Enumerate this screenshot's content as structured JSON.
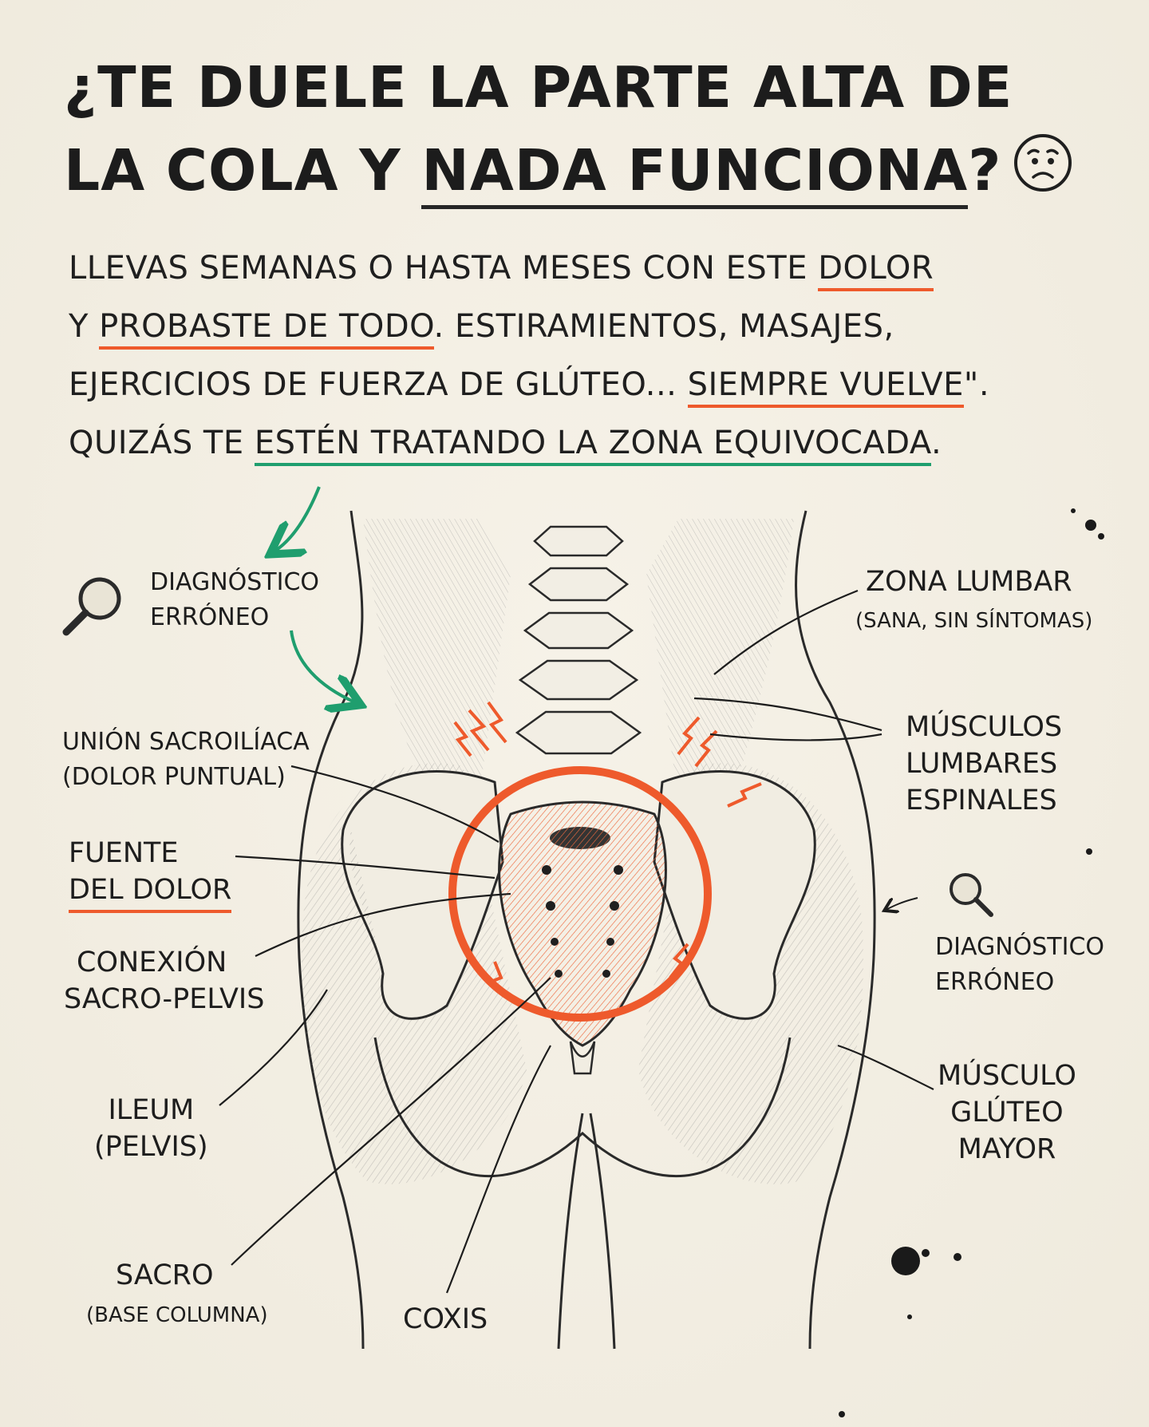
{
  "title": {
    "line1": "¿TE DUELE LA PARTE ALTA DE",
    "line2_start": "LA COLA Y ",
    "line2_underlined": "NADA FUNCIONA",
    "line2_end": "?"
  },
  "paragraph": {
    "l1_start": "LLEVAS SEMANAS O HASTA MESES CON ESTE ",
    "l1_red": "DOLOR",
    "l2_start": "Y ",
    "l2_red": "PROBASTE DE TODO",
    "l2_end": ". ESTIRAMIENTOS, MASAJES,",
    "l3_start": "EJERCICIOS DE FUERZA DE GLÚTEO... ",
    "l3_red": "SIEMPRE VUELVE",
    "l3_end": "\".",
    "l4_start": "QUIZÁS TE ",
    "l4_green": "ESTÉN TRATANDO LA ZONA EQUIVOCADA",
    "l4_end": "."
  },
  "labels": {
    "diag_left": [
      "DIAGNÓSTICO",
      "ERRÓNEO"
    ],
    "zona_lumbar": "ZONA LUMBAR",
    "zona_lumbar_sub": "(SANA, SIN SÍNTOMAS)",
    "union": "UNIÓN SACROILÍACA",
    "union_sub": "(DOLOR PUNTUAL)",
    "musculos": [
      "MÚSCULOS",
      "LUMBARES",
      "ESPINALES"
    ],
    "fuente": [
      "FUENTE",
      "DEL DOLOR"
    ],
    "diag_right": [
      "DIAGNÓSTICO",
      "ERRÓNEO"
    ],
    "conexion": [
      "CONEXIÓN",
      "SACRO-PELVIS"
    ],
    "ileum": [
      "ILEUM",
      "(PELVIS)"
    ],
    "musculo_gluteo": [
      "MÚSCULO",
      "GLÚTEO",
      "MAYOR"
    ],
    "sacro": "SACRO",
    "sacro_sub": "(BASE COLUMNA)",
    "coxis": "COXIS"
  },
  "colors": {
    "accent_red": "#ee5a2c",
    "accent_green": "#1f9e6e",
    "ink": "#1e1e1e",
    "paper": "#f3efe4"
  },
  "icons": [
    "worried-face-icon",
    "magnifier-icon",
    "pain-bolt-icon"
  ]
}
